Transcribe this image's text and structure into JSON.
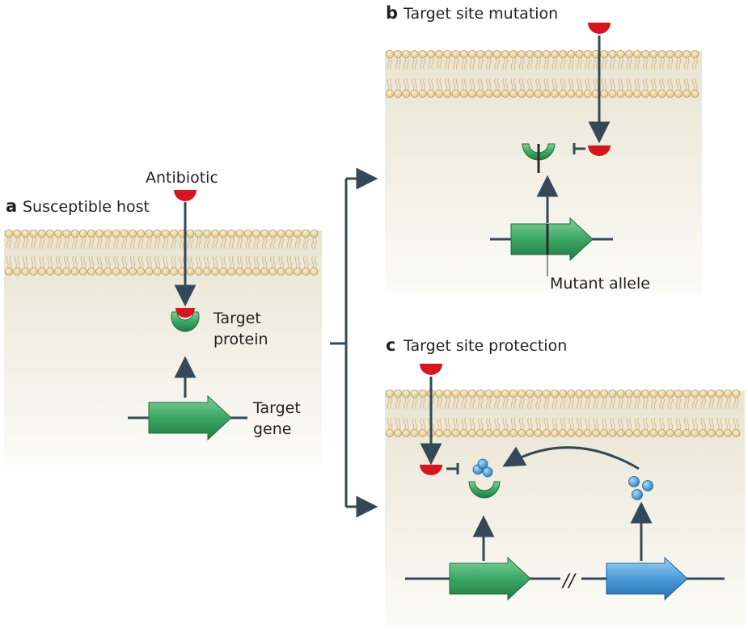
{
  "panels": {
    "a": {
      "letter": "a",
      "title": "Susceptible host",
      "antibiotic_label": "Antibiotic",
      "protein_label_line1": "Target",
      "protein_label_line2": "protein",
      "gene_label_line1": "Target",
      "gene_label_line2": "gene"
    },
    "b": {
      "letter": "b",
      "title": "Target site mutation",
      "allele_label": "Mutant allele"
    },
    "c": {
      "letter": "c",
      "title": "Target site protection",
      "break_mark": "//"
    }
  },
  "colors": {
    "cytoplasm_top": "#e9e4d2",
    "cytoplasm_bottom": "#fafaf6",
    "lipid_head": "#efd9a8",
    "lipid_head_stroke": "#b99a5e",
    "lipid_tail": "#d8b27e",
    "antibiotic": "#d7151f",
    "target_protein": "#2f9a57",
    "target_gene": "#2f9a57",
    "protection_gene": "#3d8fcf",
    "protection_protein": "#3d8fcf",
    "arrow": "#344858"
  }
}
